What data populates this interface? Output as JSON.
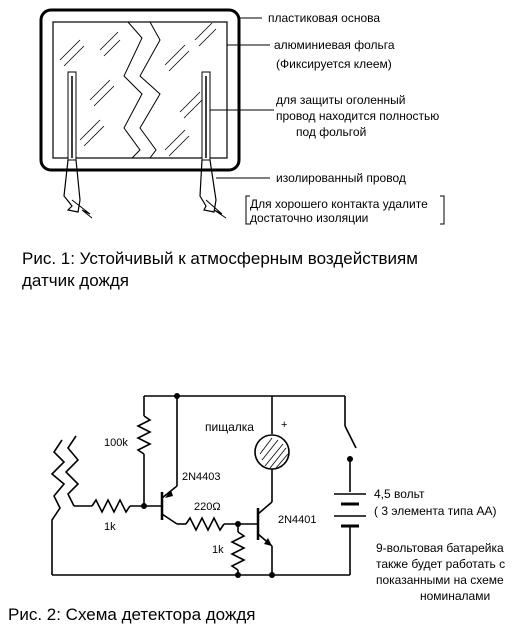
{
  "figure1": {
    "labels": {
      "plastic": "пластиковая основа",
      "foil": "алюминиевая фольга",
      "foil_note": "(Фиксируется клеем)",
      "bare_wire_1": "для защиты оголенный",
      "bare_wire_2": "провод находится полностью",
      "bare_wire_3": "под фольгой",
      "insulated": "изолированный провод",
      "contact_1": "Для хорошего контакта удалите",
      "contact_2": "достаточно изоляции"
    },
    "caption_1": "Рис. 1: Устойчивый к атмосферным воздействиям",
    "caption_2": "датчик дождя"
  },
  "figure2": {
    "labels": {
      "buzzer": "пищалка",
      "plus": "+",
      "r_100k": "100k",
      "q1": "2N4403",
      "r_220": "220Ω",
      "r_1k_a": "1k",
      "r_1k_b": "1k",
      "q2": "2N4401",
      "battery_1": "4,5 вольт",
      "battery_2": "( 3 элемента типа АА)",
      "note_1": "9-вольтовая батарейка",
      "note_2": "также будет работать с",
      "note_3": "показанными на схеме",
      "note_4": "номиналами"
    },
    "caption": "Рис. 2: Схема детектора дождя"
  }
}
